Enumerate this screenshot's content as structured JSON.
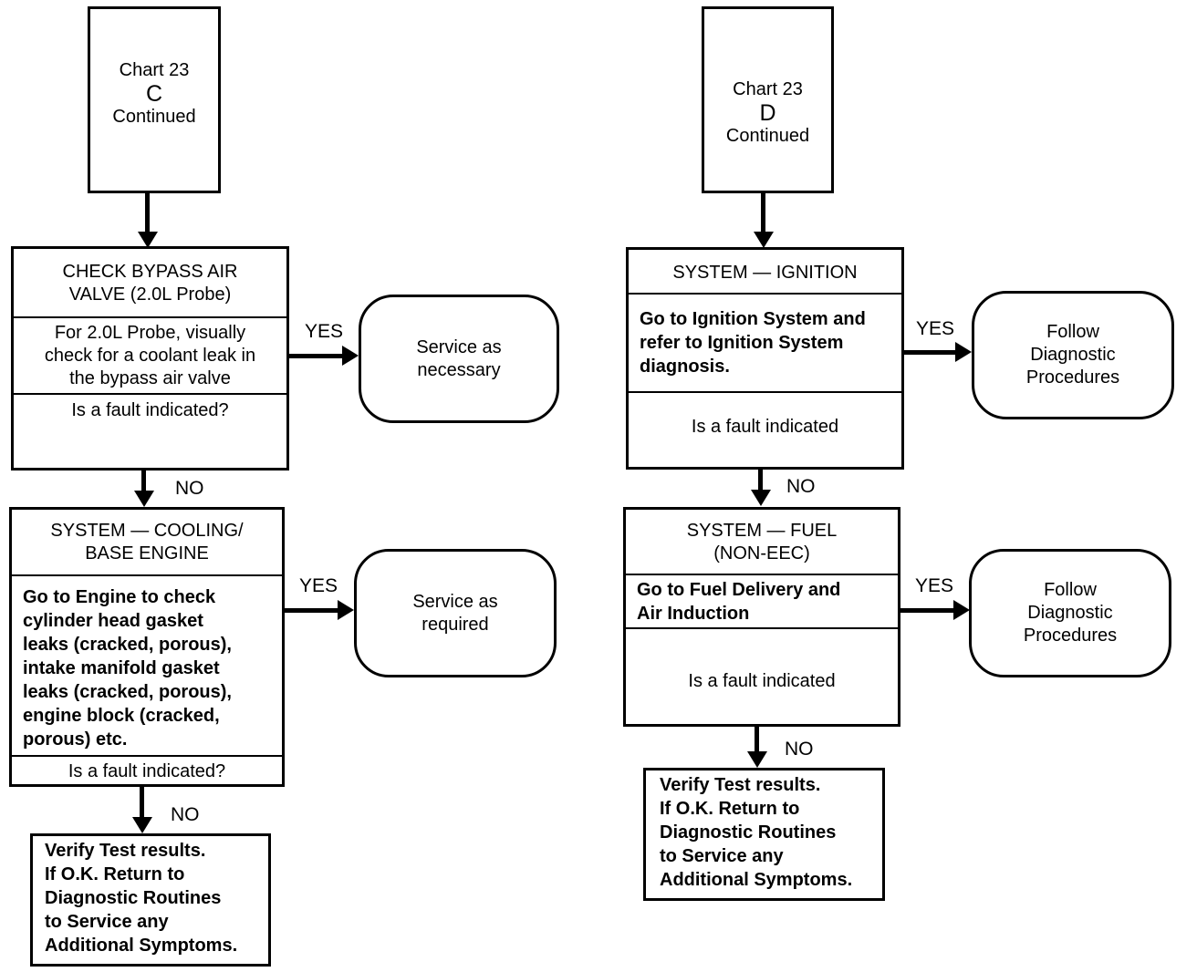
{
  "left": {
    "start": {
      "line1": "Chart 23",
      "letter": "C",
      "line3": "Continued"
    },
    "box1": {
      "header": "CHECK BYPASS AIR\nVALVE (2.0L Probe)",
      "body": "For 2.0L Probe, visually\ncheck for a coolant leak in\nthe bypass air valve",
      "question": "Is a fault indicated?"
    },
    "yes1": "YES",
    "result1": "Service as\nnecessary",
    "no1": "NO",
    "box2": {
      "header": "SYSTEM — COOLING/\nBASE ENGINE",
      "body": "Go to Engine to check\ncylinder head gasket\nleaks (cracked, porous),\nintake manifold gasket\nleaks (cracked, porous),\nengine block (cracked,\nporous) etc.",
      "question": "Is a fault indicated?"
    },
    "yes2": "YES",
    "result2": "Service as\nrequired",
    "no2": "NO",
    "final": "Verify Test results.\nIf O.K. Return to\nDiagnostic Routines\nto Service any\nAdditional Symptoms."
  },
  "right": {
    "start": {
      "line1": "Chart 23",
      "letter": "D",
      "line3": "Continued"
    },
    "box1": {
      "header": "SYSTEM — IGNITION",
      "body": "Go to Ignition System and\nrefer to Ignition System\ndiagnosis.",
      "question": "Is a fault indicated"
    },
    "yes1": "YES",
    "result1": "Follow\nDiagnostic\nProcedures",
    "no1": "NO",
    "box2": {
      "header": "SYSTEM — FUEL\n(NON-EEC)",
      "body": "Go to Fuel Delivery and\nAir Induction",
      "question": "Is a fault indicated"
    },
    "yes2": "YES",
    "result2": "Follow\nDiagnostic\nProcedures",
    "no2": "NO",
    "final": "Verify Test results.\nIf O.K. Return to\nDiagnostic Routines\nto Service any\nAdditional Symptoms."
  }
}
